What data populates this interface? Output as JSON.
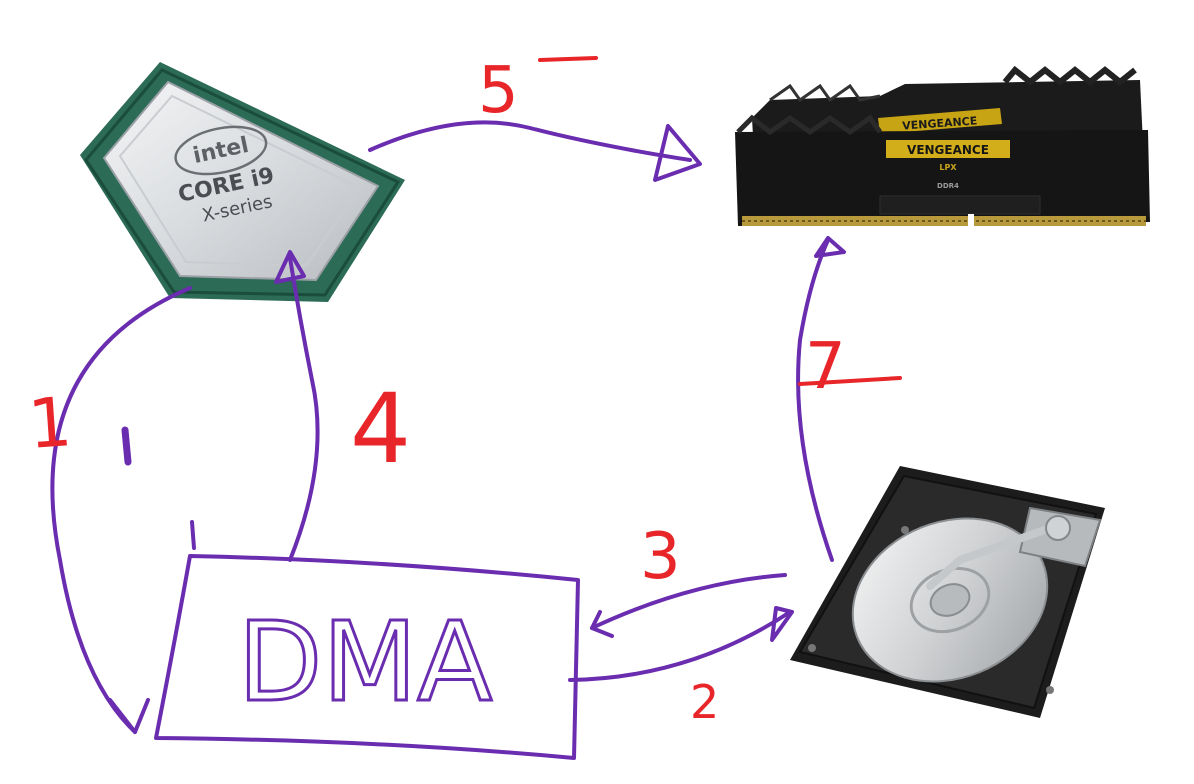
{
  "cpu": {
    "brand": "intel",
    "line1": "CORE i9",
    "line2": "X-series"
  },
  "ram": {
    "label_top": "VENGEANCE",
    "label_front": "VENGEANCE",
    "sub": "LPX",
    "ddr": "DDR4"
  },
  "dma": {
    "label": "DMA"
  },
  "steps": {
    "s1": "1",
    "s2": "2",
    "s3": "3",
    "s4": "4",
    "s5": "5",
    "s7": "7"
  },
  "colors": {
    "arrow": "#6a2db0",
    "number": "#e8262a"
  }
}
